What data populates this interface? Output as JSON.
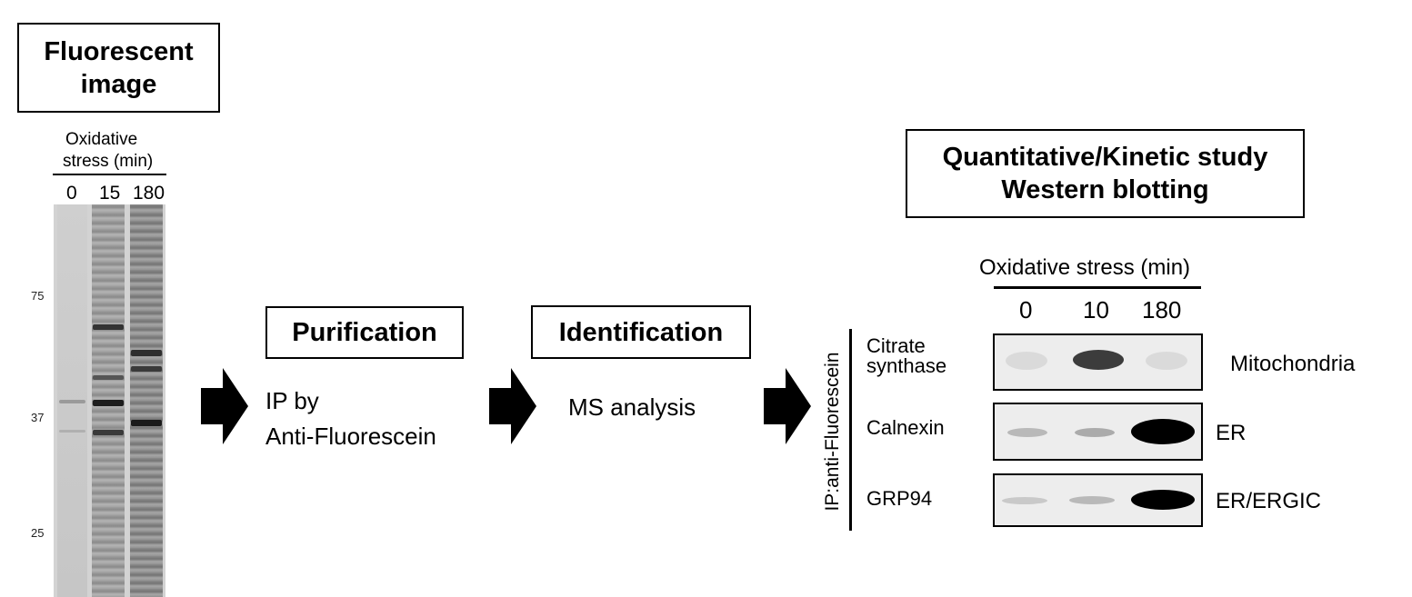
{
  "fluorescent_box": {
    "line1": "Fluorescent",
    "line2": "image"
  },
  "gel": {
    "header_line1": "Oxidative",
    "header_line2": "stress (min)",
    "lanes": [
      "0",
      "15",
      "180"
    ],
    "mw_markers": [
      "75",
      "37",
      "25"
    ]
  },
  "purification": {
    "title": "Purification",
    "line1": "IP by",
    "line2": "Anti-Fluorescein"
  },
  "identification": {
    "title": "Identification",
    "text": "MS analysis"
  },
  "quant_box": {
    "line1": "Quantitative/Kinetic study",
    "line2": "Western blotting"
  },
  "western": {
    "header": "Oxidative stress (min)",
    "lanes": [
      "0",
      "10",
      "180"
    ],
    "ip_label": "IP:anti-Fluorescein",
    "rows": [
      {
        "protein_line1": "Citrate",
        "protein_line2": "synthase",
        "location": "Mitochondria",
        "intensities": [
          0.08,
          0.75,
          0.08
        ]
      },
      {
        "protein_line1": "Calnexin",
        "protein_line2": "",
        "location": "ER",
        "intensities": [
          0.22,
          0.28,
          1.0
        ]
      },
      {
        "protein_line1": "GRP94",
        "protein_line2": "",
        "location": "ER/ERGIC",
        "intensities": [
          0.15,
          0.22,
          1.0
        ]
      }
    ]
  },
  "colors": {
    "arrow": "#000000",
    "gel_background": "#d3d3d3",
    "blot_background": "#ededed"
  }
}
